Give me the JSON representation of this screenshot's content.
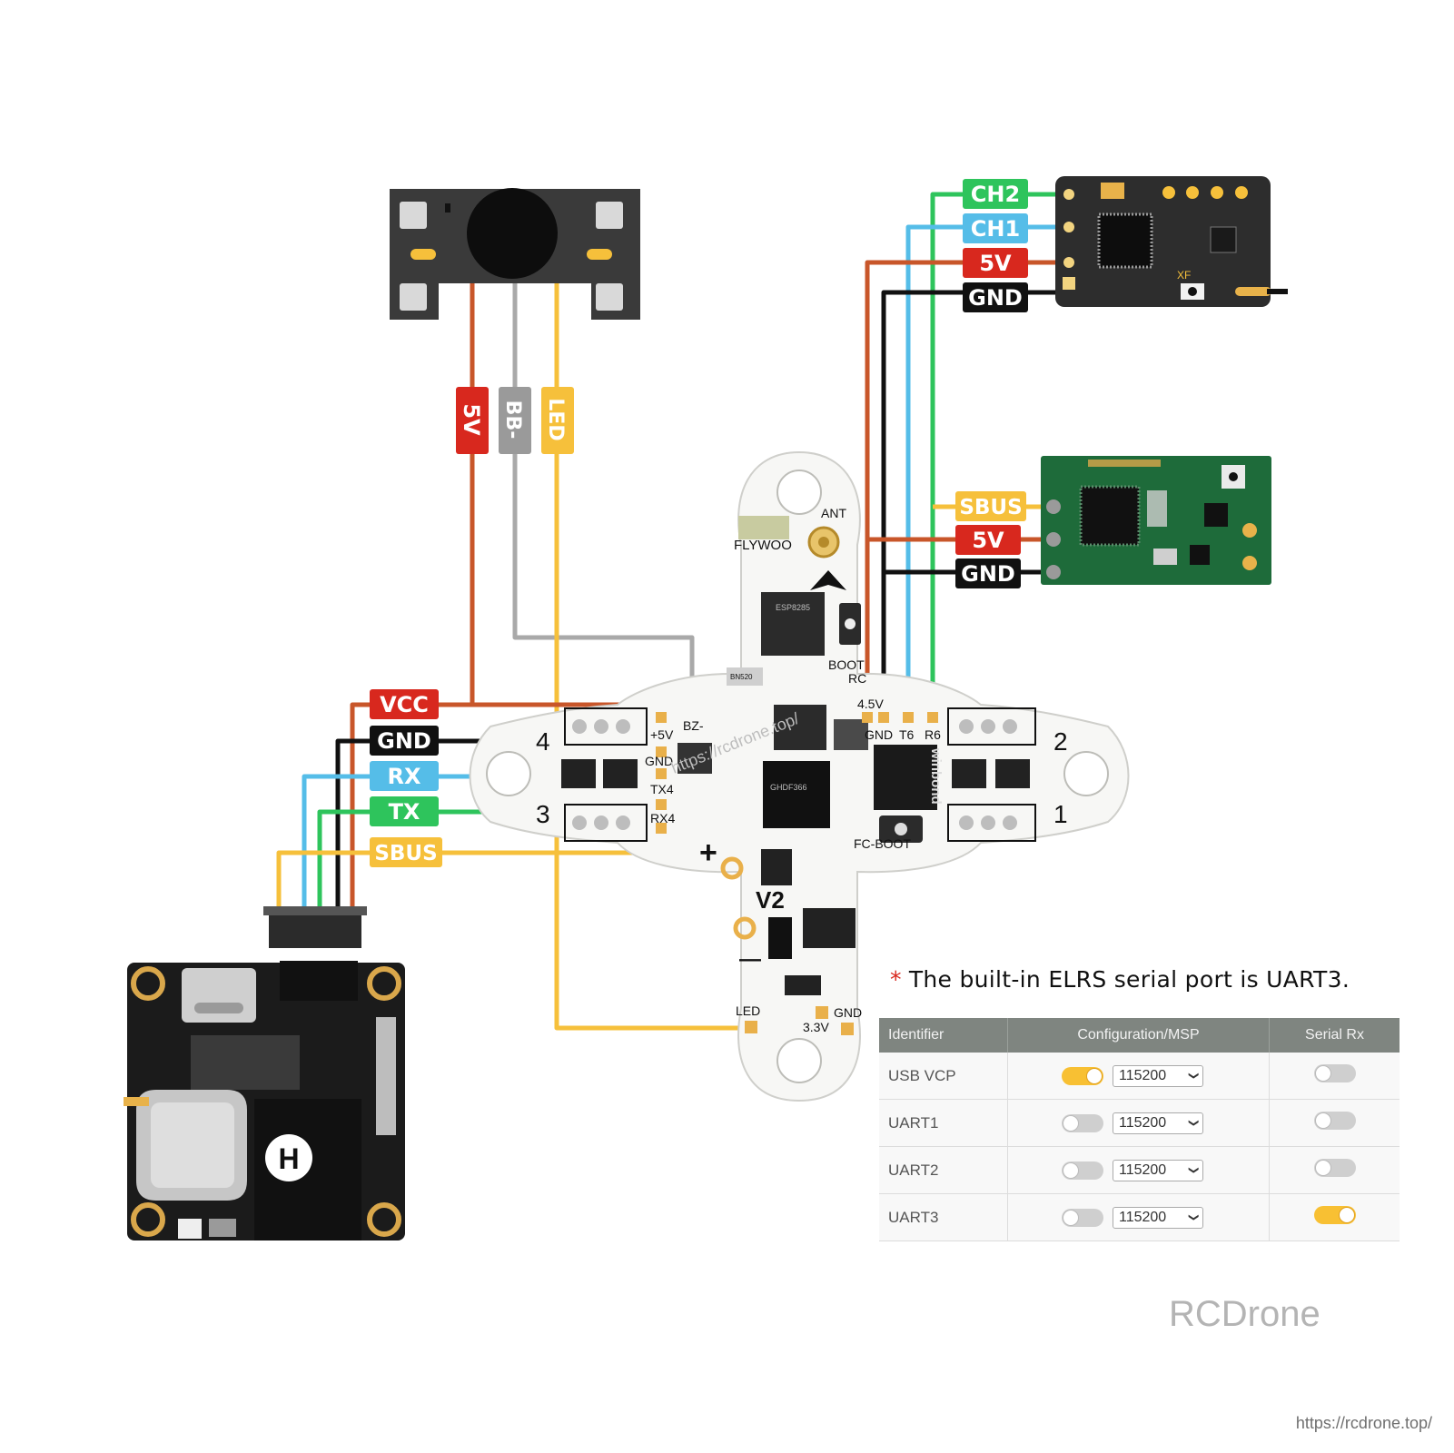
{
  "colors": {
    "red": "#d8281e",
    "orange_wire": "#c8562a",
    "gray": "#a9a9a9",
    "yellow": "#f6c03b",
    "blue": "#55bde8",
    "green": "#2ec45c",
    "black": "#111111",
    "board_white": "#f7f7f5",
    "pcb_dark": "#2a2a2a",
    "pcb_green": "#1e6b3a",
    "gold": "#d9a74b"
  },
  "buzzer": {
    "labels": {
      "5v": "5V",
      "bb": "BB-",
      "led": "LED"
    }
  },
  "vtx": {
    "logo": "H",
    "labels": {
      "vcc": "VCC",
      "gnd": "GND",
      "rx": "RX",
      "tx": "TX",
      "sbus": "SBUS"
    }
  },
  "rx_top": {
    "labels": {
      "ch2": "CH2",
      "ch1": "CH1",
      "5v": "5V",
      "gnd": "GND"
    },
    "chip_text": "XF"
  },
  "rx_right": {
    "labels": {
      "sbus": "SBUS",
      "5v": "5V",
      "gnd": "GND"
    }
  },
  "fc": {
    "brand": "FLYWOO",
    "ant": "ANT",
    "boot": "BOOT",
    "rc": "RC",
    "fc_boot": "FC-BOOT",
    "version": "V2",
    "plus": "+",
    "minus": "—",
    "motors": {
      "m1": "1",
      "m2": "2",
      "m3": "3",
      "m4": "4"
    },
    "pads": {
      "bz": "BZ-",
      "p5v": "+5V",
      "gnd_l": "GND",
      "tx4": "TX4",
      "rx4": "RX4",
      "v45": "4.5V",
      "gnd_r": "GND",
      "t6": "T6",
      "r6": "R6",
      "led": "LED",
      "v33": "3.3V",
      "gnd_b": "GND"
    },
    "chips": {
      "esp": "ESP8285",
      "winbond": "winbond",
      "gd": "GHDF366",
      "small": "BN520"
    },
    "watermark": "https://rcdrone.top/"
  },
  "note": {
    "star": "*",
    "text": "The built-in ELRS serial port is UART3."
  },
  "ports_table": {
    "headers": [
      "Identifier",
      "Configuration/MSP",
      "Serial Rx"
    ],
    "rows": [
      {
        "id": "USB VCP",
        "msp": true,
        "baud": "115200",
        "serial_rx": false
      },
      {
        "id": "UART1",
        "msp": false,
        "baud": "115200",
        "serial_rx": false
      },
      {
        "id": "UART2",
        "msp": false,
        "baud": "115200",
        "serial_rx": false
      },
      {
        "id": "UART3",
        "msp": false,
        "baud": "115200",
        "serial_rx": true
      }
    ]
  },
  "watermark": "RCDrone",
  "url": "https://rcdrone.top/"
}
